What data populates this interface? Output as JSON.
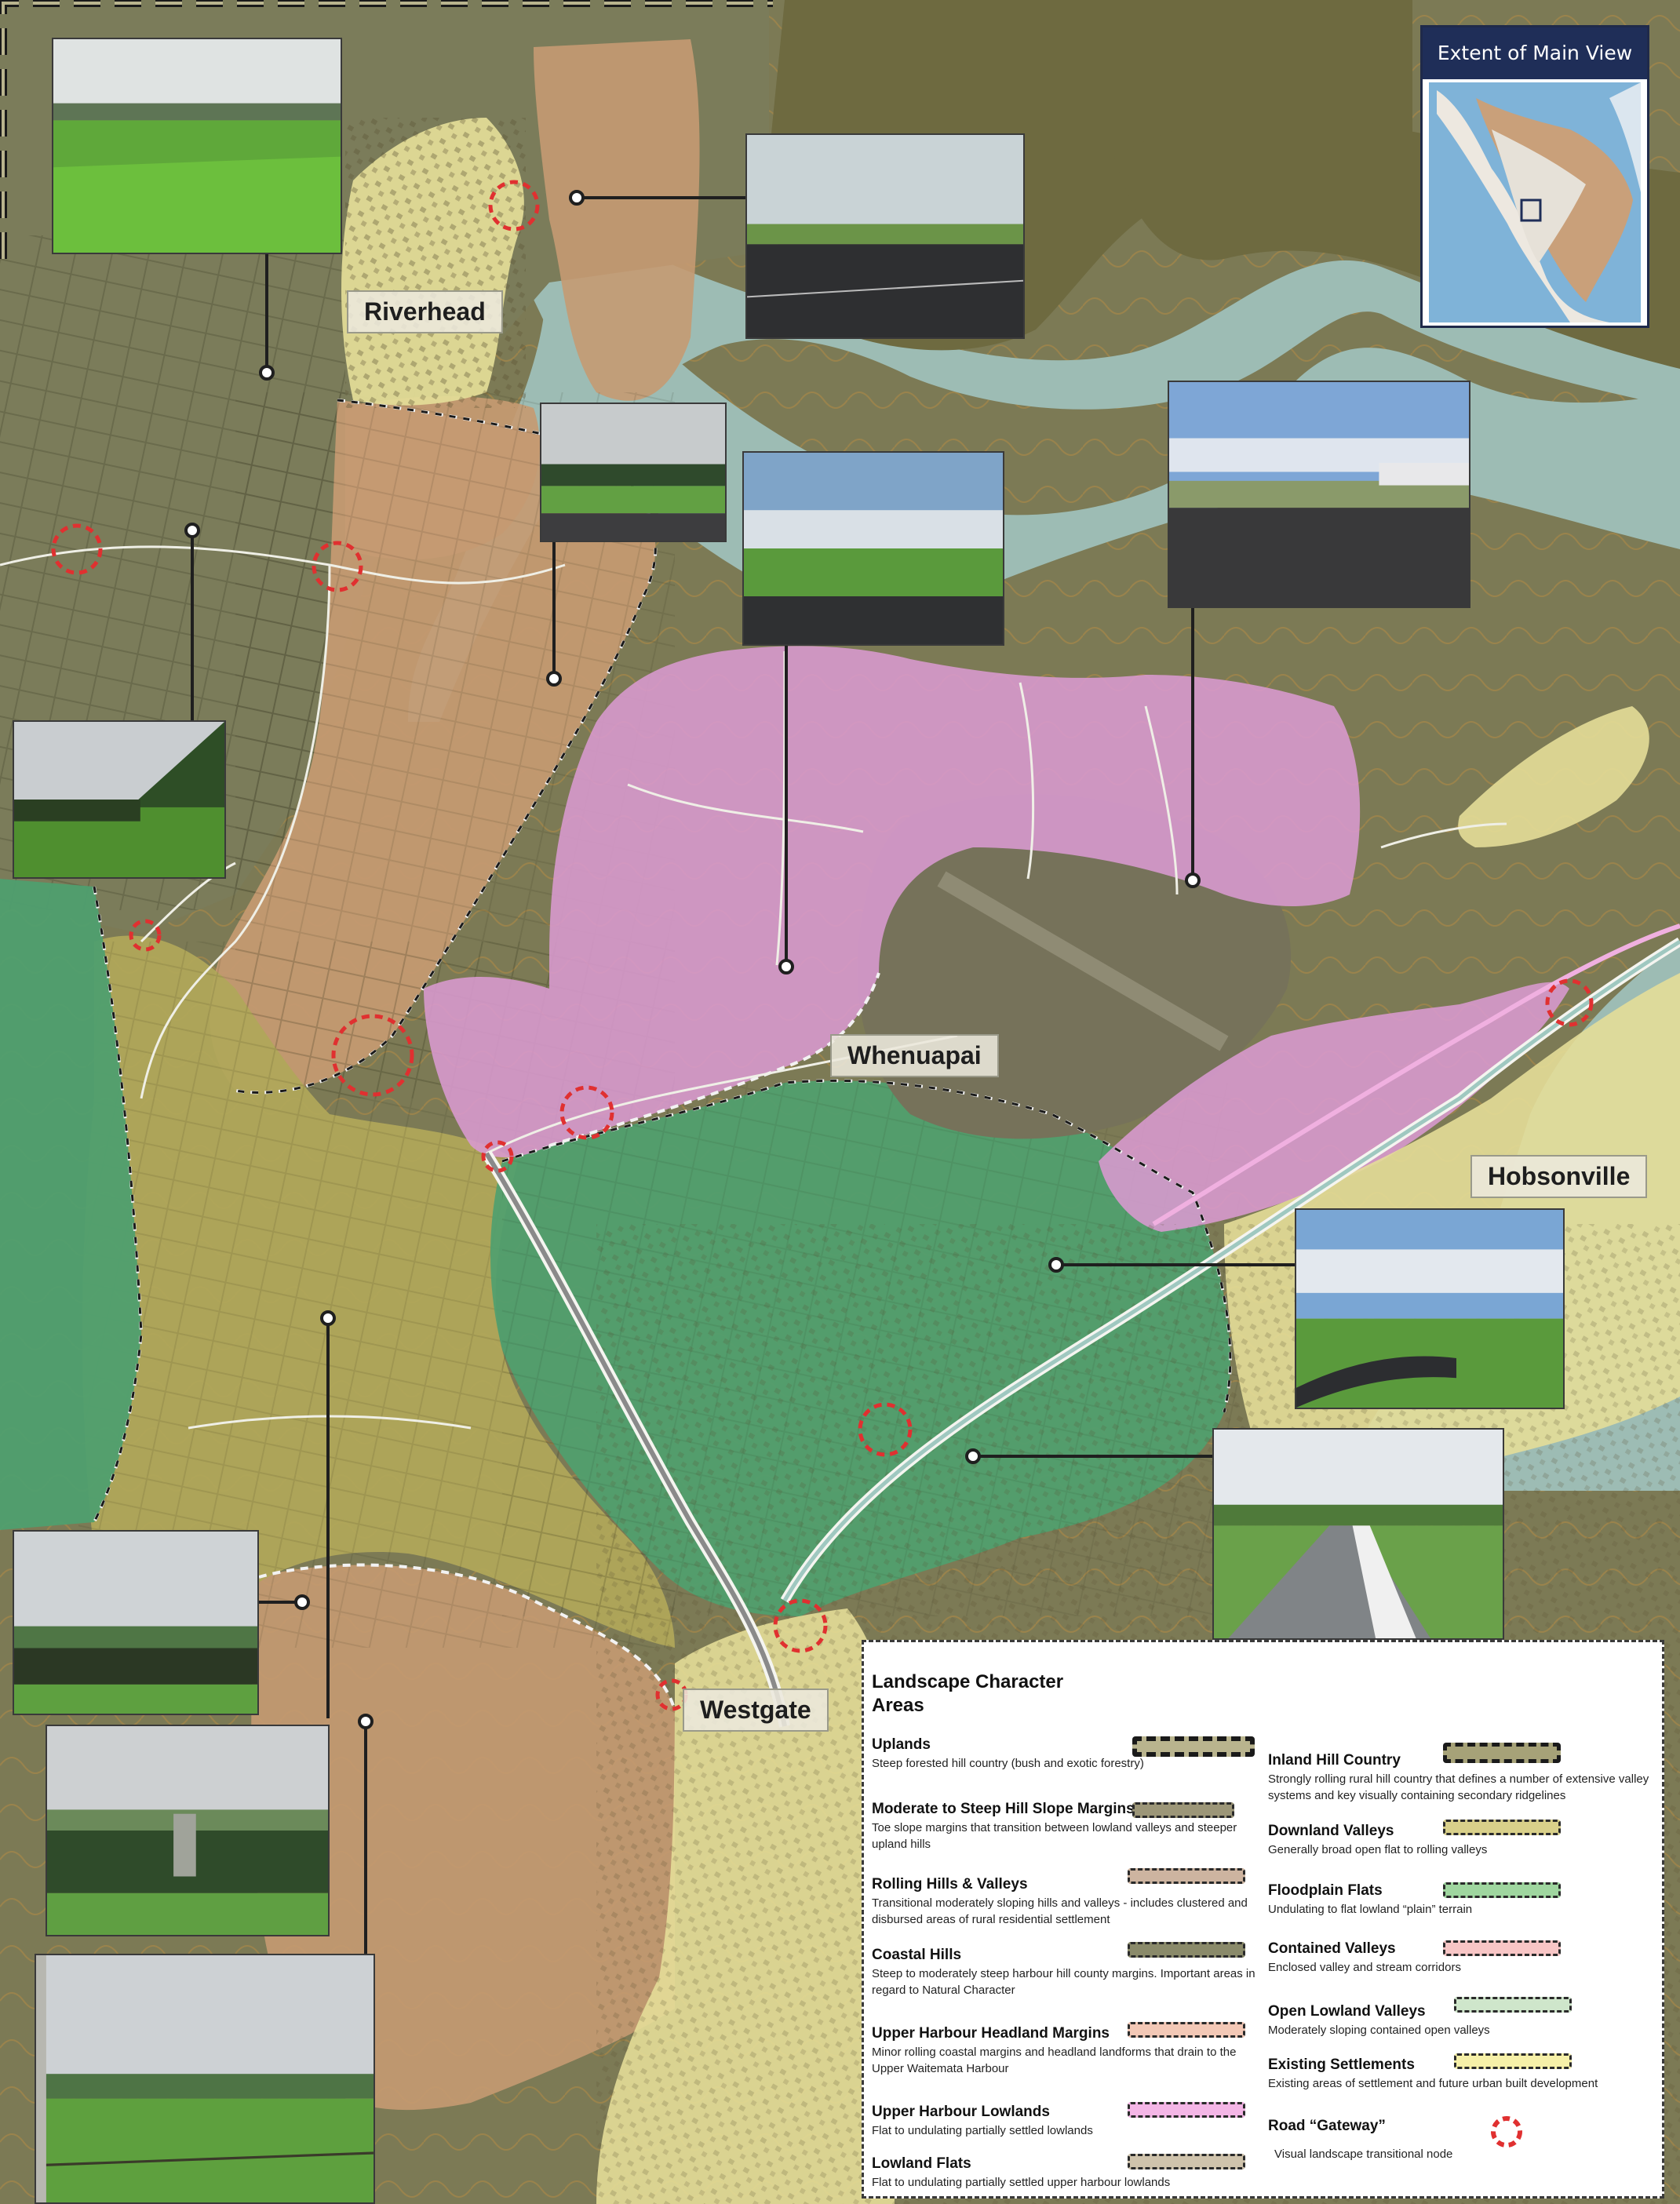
{
  "map": {
    "places": {
      "riverhead": "Riverhead",
      "whenuapai": "Whenuapai",
      "hobsonville": "Hobsonville",
      "westgate": "Westgate"
    },
    "inset": {
      "title": "Extent of Main View"
    },
    "colors": {
      "water": "#9dbcb4",
      "base": "#7c7a55",
      "upper_harbour_lowlands": "#d99ad0",
      "rolling_hills": "#c79a72",
      "floodplain_flats": "#4fa070",
      "downland_valleys": "#b3a85a",
      "existing_settlements": "#e6df9a",
      "coastal_hills": "#6e6a40",
      "gateway": "#e03030"
    },
    "icons": [
      "road-gateway-icon",
      "photo-leader-icon"
    ],
    "legend": {
      "title": "Landscape Character Areas",
      "items": [
        {
          "name": "Uplands",
          "desc": "Steep forested hill country (bush and exotic forestry)",
          "swatch": "#b9b48e"
        },
        {
          "name": "Moderate to Steep Hill Slope Margins",
          "desc": "Toe slope margins that transition between lowland valleys and steeper upland hills",
          "swatch": "#9c9678"
        },
        {
          "name": "Rolling Hills & Valleys",
          "desc": "Transitional moderately sloping hills and valleys - includes clustered and disbursed areas of rural residential settlement",
          "swatch": "#cdb4a0"
        },
        {
          "name": "Coastal Hills",
          "desc": "Steep to moderately steep harbour hill county margins. Important areas in regard to Natural Character",
          "swatch": "#8a8a6a"
        },
        {
          "name": "Upper Harbour Headland Margins",
          "desc": "Minor rolling coastal margins and headland landforms that drain to the Upper Waitemata Harbour",
          "swatch": "#f3c8b6"
        },
        {
          "name": "Upper Harbour Lowlands",
          "desc": "Flat to undulating partially settled lowlands",
          "swatch": "#f4b6e6"
        },
        {
          "name": "Lowland Flats",
          "desc": "Flat to undulating partially settled upper harbour lowlands",
          "swatch": "#cfc3ac"
        },
        {
          "name": "Inland Hill Country",
          "desc": "Strongly rolling rural hill country that defines a number of extensive valley systems and key visually containing secondary ridgelines",
          "swatch": "#a6a278"
        },
        {
          "name": "Downland Valleys",
          "desc": "Generally broad open flat to rolling valleys",
          "swatch": "#d9d08a"
        },
        {
          "name": "Floodplain Flats",
          "desc": "Undulating to flat lowland “plain” terrain",
          "swatch": "#9fd69f"
        },
        {
          "name": "Contained Valleys",
          "desc": "Enclosed valley and stream corridors",
          "swatch": "#f8c6c6"
        },
        {
          "name": "Open Lowland Valleys",
          "desc": "Moderately sloping  contained open valleys",
          "swatch": "#cfe6cb"
        },
        {
          "name": "Existing Settlements",
          "desc": "Existing areas of settlement and future  urban built development",
          "swatch": "#f6f0a8"
        },
        {
          "name": "Road “Gateway”",
          "desc": "Visual landscape transitional node",
          "swatch": ""
        }
      ]
    }
  }
}
